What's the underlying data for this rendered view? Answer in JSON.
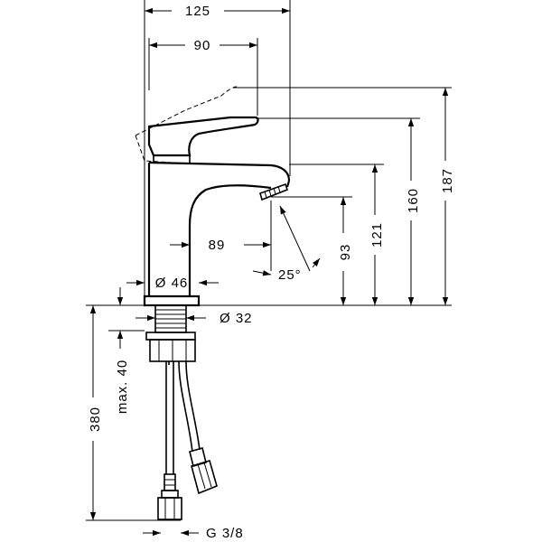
{
  "drawing": {
    "subject": "basin faucet dimension drawing",
    "dimensions": {
      "width_total": "125",
      "spout_reach_from_handle": "90",
      "spout_projection": "89",
      "base_diameter": "Ø 46",
      "shank_diameter": "Ø 32",
      "spout_angle": "25°",
      "height_outlet": "93",
      "height_spout_top": "121",
      "height_handle": "160",
      "height_handle_raised": "187",
      "hose_length": "380",
      "max_mount_thickness": "max. 40",
      "connection_thread": "G 3/8"
    }
  }
}
